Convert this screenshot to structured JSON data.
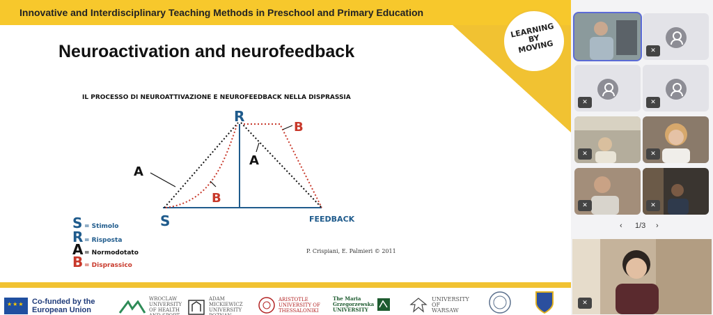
{
  "slide": {
    "header": "Innovative and Interdisciplinary Teaching Methods in Preschool and Primary Education",
    "title": "Neuroactivation  and  neurofeedback",
    "logo_text": "LEARNING BY MOVING",
    "diagram": {
      "title": "IL PROCESSO DI NEUROATTIVAZIONE E NEUROFEEDBACK NELLA DISPRASSIA",
      "label_R": "R",
      "label_S": "S",
      "label_feedback": "FEEDBACK",
      "label_A1": "A",
      "label_A2": "A",
      "label_B1": "B",
      "label_B2": "B"
    },
    "legend": [
      {
        "letter": "S",
        "text": "= Stimolo",
        "color": "#1f5b8c"
      },
      {
        "letter": "R",
        "text": "= Risposta",
        "color": "#1f5b8c"
      },
      {
        "letter": "A",
        "text": "= Normodotato",
        "color": "#111111"
      },
      {
        "letter": "B",
        "text": "= Disprassico",
        "color": "#c8392b"
      }
    ],
    "credit": "P. Crispiani, E. Palmieri © 2011"
  },
  "footer": {
    "eu_text": "Co-funded by the European Union",
    "universities": [
      {
        "text": "WROCLAW UNIVERSITY OF HEALTH AND SPORT"
      },
      {
        "text": "ADAM MICKIEWICZ UNIVERSITY POZNAN"
      },
      {
        "text": "ARISTOTLE UNIVERSITY OF THESSALONIKI"
      },
      {
        "text": "The Maria Grzegorzewska UNIVERSITY"
      },
      {
        "text": "UNIVERSITY OF WARSAW"
      }
    ]
  },
  "meeting": {
    "page_indicator": "1/3",
    "prev_icon": "chevron-left-icon",
    "next_icon": "chevron-right-icon",
    "mute_icon": "mic-off-icon",
    "colors": {
      "accent": "#f1c232",
      "active_tile": "#5b6bd6",
      "s_r_color": "#1f5b8c",
      "b_color": "#c8392b"
    }
  }
}
